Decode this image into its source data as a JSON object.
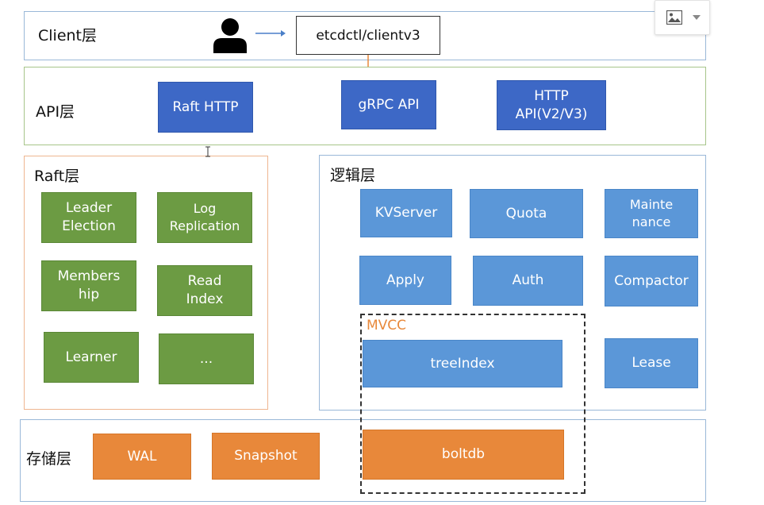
{
  "colors": {
    "client_border": "#9ab8d8",
    "api_border": "#a7c58a",
    "raft_border": "#efb690",
    "logic_border": "#9ab8d8",
    "storage_border": "#9ab8d8",
    "blue_dark": "#3d68c6",
    "blue_light": "#5b97d8",
    "green": "#6c9b43",
    "orange": "#e8883a",
    "mvcc_label": "#e8883a"
  },
  "client_layer": {
    "title": "Client层",
    "user_icon": "person-icon",
    "client_box": "etcdctl/clientv3"
  },
  "api_layer": {
    "title": "API层",
    "boxes": [
      "Raft HTTP",
      "gRPC API",
      "HTTP\nAPI(V2/V3)"
    ]
  },
  "raft_layer": {
    "title": "Raft层",
    "boxes": [
      "Leader\nElection",
      "Log\nReplication",
      "Members\nhip",
      "Read\nIndex",
      "Learner",
      "..."
    ]
  },
  "logic_layer": {
    "title": "逻辑层",
    "boxes": [
      "KVServer",
      "Quota",
      "Mainte\nnance",
      "Apply",
      "Auth",
      "Compactor",
      "Lease"
    ]
  },
  "mvcc": {
    "title": "MVCC",
    "tree_index": "treeIndex",
    "boltdb": "boltdb"
  },
  "storage_layer": {
    "title": "存储层",
    "boxes": [
      "WAL",
      "Snapshot"
    ]
  },
  "toolbar": {
    "image_icon": "image-icon",
    "dropdown_icon": "chevron-down-icon"
  }
}
